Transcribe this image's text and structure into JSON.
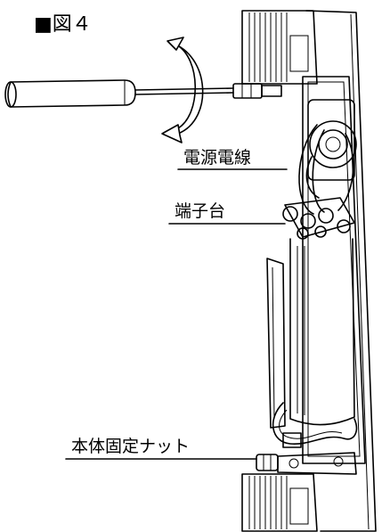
{
  "figure": {
    "title": "■図４",
    "labels": {
      "power_wire": "電源電線",
      "terminal_block": "端子台",
      "body_nut": "本体固定ナット"
    }
  }
}
